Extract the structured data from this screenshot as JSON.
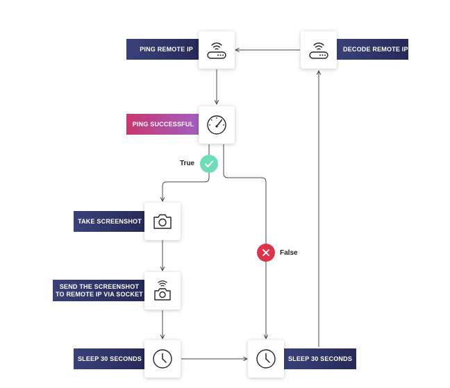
{
  "nodes": {
    "ping": {
      "label": "PING REMOTE IP",
      "icon": "router-wifi-icon"
    },
    "decode": {
      "label": "DECODE REMOTE IP",
      "icon": "router-wifi-icon"
    },
    "check": {
      "label": "PING SUCCESSFUL",
      "icon": "speedometer-icon"
    },
    "screenshot": {
      "label": "TAKE SCREENSHOT",
      "icon": "camera-icon"
    },
    "send": {
      "label_line1": "SEND THE SCREENSHOT",
      "label_line2": "TO REMOTE IP VIA SOCKET",
      "icon": "camera-wifi-icon"
    },
    "sleep_left": {
      "label": "SLEEP 30 SECONDS",
      "icon": "clock-icon"
    },
    "sleep_right": {
      "label": "SLEEP 30 SECONDS",
      "icon": "clock-icon"
    }
  },
  "branches": {
    "true_label": "True",
    "false_label": "False"
  },
  "colors": {
    "navy_label": "#2b3163",
    "pink_label_start": "#c8376f",
    "pink_label_end": "#a25fc4",
    "true_badge": "#6fdcb8",
    "false_badge": "#e0324a",
    "connector": "#444444"
  }
}
